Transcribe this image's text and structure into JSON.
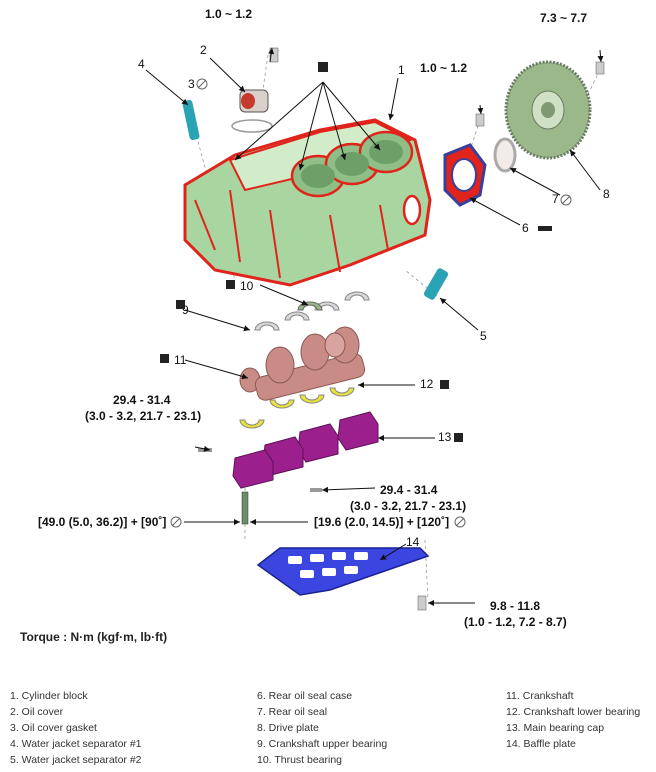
{
  "diagram": {
    "callouts": [
      "1",
      "2",
      "3",
      "4",
      "5",
      "6",
      "7",
      "8",
      "9",
      "10",
      "11",
      "12",
      "13",
      "14"
    ],
    "torques": {
      "oil_cover_bolt": "1.0 ~ 1.2",
      "seal_case_bolt": "1.0 ~ 1.2",
      "drive_plate_bolt": "7.3 ~ 7.7",
      "side_bolt_a": "29.4 - 31.4",
      "side_bolt_b": "(3.0 - 3.2, 21.7 - 23.1)",
      "bearing_cap_bolt_a": "29.4 - 31.4",
      "bearing_cap_bolt_b": "(3.0 - 3.2, 21.7 - 23.1)",
      "main_bolt_left": "[49.0 (5.0, 36.2)] + [90˚]",
      "main_bolt_right": "[19.6 (2.0, 14.5)] + [120˚]",
      "baffle_bolt_a": "9.8 - 11.8",
      "baffle_bolt_b": "(1.0 - 1.2, 7.2 - 8.7)"
    },
    "colors": {
      "block": "#a9d6a0",
      "block_edge": "#e0241b",
      "crankshaft": "#c98b85",
      "bearing_cap": "#9c1f8e",
      "baffle": "#3b46e0",
      "separator": "#2aa3b5",
      "seal_case": "#3a3f9a",
      "drive_plate": "#9ab889",
      "bearing": "#e9e23a"
    }
  },
  "torque_title": "Torque : N·m (kgf·m, lb·ft)",
  "legend": {
    "col1": [
      "1. Cylinder block",
      "2. Oil cover",
      "3. Oil cover gasket",
      "4. Water jacket separator #1",
      "5. Water jacket separator #2"
    ],
    "col2": [
      "6. Rear oil seal case",
      "7. Rear oil seal",
      "8. Drive plate",
      "9. Crankshaft upper bearing",
      "10. Thrust bearing"
    ],
    "col3": [
      "11. Crankshaft",
      "12. Crankshaft lower bearing",
      "13. Main bearing cap",
      "14. Baffle plate"
    ]
  }
}
